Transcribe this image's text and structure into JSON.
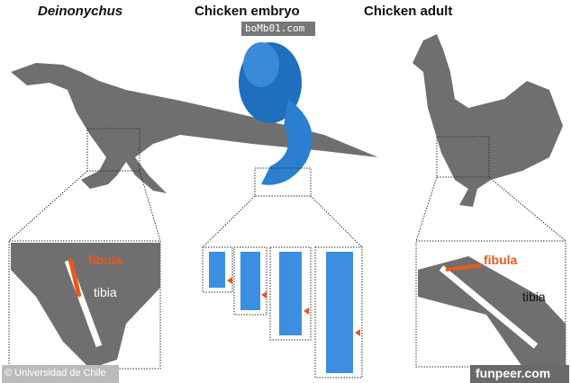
{
  "titles": {
    "left": "Deinonychus",
    "center": "Chicken embryo",
    "right": "Chicken adult"
  },
  "labels": {
    "left_fibula": "fibula",
    "left_tibia": "tibia",
    "right_fibula": "fibula",
    "right_tibia": "tibia"
  },
  "watermarks": {
    "top": "boMb01.com",
    "bottom_left": "© Universidad de Chile",
    "bottom_right": "funpeer.com"
  },
  "colors": {
    "silhouette": "#6f6f6f",
    "fibula": "#e8581e",
    "embryo": "#2a7fd0"
  }
}
